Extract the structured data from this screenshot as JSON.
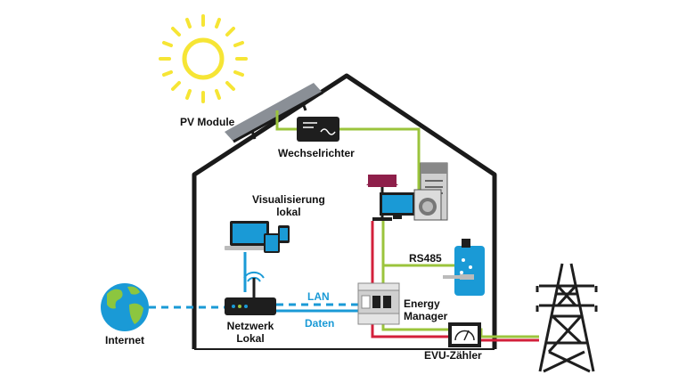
{
  "labels": {
    "pv_module": "PV Module",
    "inverter": "Wechselrichter",
    "visualization": [
      "Visualisierung",
      "lokal"
    ],
    "rs485": "RS485",
    "lan": "LAN",
    "data": "Daten",
    "energy_manager": [
      "Energy",
      "Manager"
    ],
    "network": [
      "Netzwerk",
      "Lokal"
    ],
    "internet": "Internet",
    "meter": "EVU-Zähler"
  },
  "colors": {
    "house_outline": "#1a1a1a",
    "sun": "#f6e535",
    "green_line": "#9bc43c",
    "red_line": "#d3203b",
    "blue_line": "#1a9ad6",
    "device_dark": "#1e1e1e",
    "device_grey": "#cfcfcf",
    "globe_ocean": "#1a9ad6",
    "globe_land": "#8cc63f",
    "lamp_shade": "#8e1f4a"
  },
  "icons": [
    "sun-icon",
    "solar-panel-icon",
    "inverter-icon",
    "lamp-icon",
    "tv-icon",
    "washing-machine-icon",
    "laptop-icon",
    "tablet-icon",
    "phone-icon",
    "router-icon",
    "globe-icon",
    "energy-manager-icon",
    "water-heater-icon",
    "meter-icon",
    "power-pylon-icon"
  ]
}
